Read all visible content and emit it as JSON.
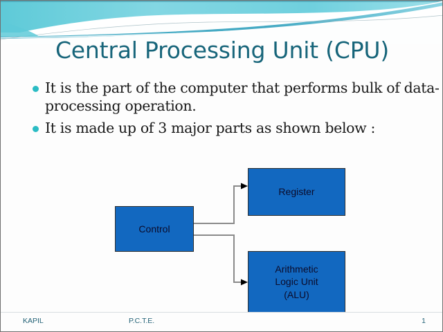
{
  "slide": {
    "title": "Central Processing Unit (CPU)",
    "title_color": "#17657a",
    "background_color": "#fdfdfd"
  },
  "header": {
    "decoration": "wave-band",
    "colors": {
      "band_teal": "#7fd2dd",
      "band_cyan": "#3fc0cf",
      "band_light": "#b9e6ee",
      "wave_white": "#ffffff",
      "wave_deep": "#2a9cb5"
    }
  },
  "bullets": {
    "marker_color": "#2bbcc4",
    "items": [
      "It is the part of the computer that performs bulk of data-processing operation.",
      "It is made up of 3 major parts as shown below :"
    ]
  },
  "diagram": {
    "type": "block-diagram",
    "box_fill": "#1268c0",
    "box_border": "#2d2d2d",
    "label_color": "#0b0b2a",
    "connector_color": "#7f7f7f",
    "arrow_color": "#000000",
    "nodes": [
      {
        "id": "control",
        "label": "Control"
      },
      {
        "id": "register",
        "label": "Register"
      },
      {
        "id": "alu",
        "label": "Arithmetic\nLogic Unit\n(ALU)"
      }
    ],
    "edges": [
      {
        "from": "control",
        "to": "register"
      },
      {
        "from": "control",
        "to": "alu"
      }
    ]
  },
  "footer": {
    "author": "KAPIL",
    "organization": "P.C.T.E.",
    "page_number": "1"
  }
}
